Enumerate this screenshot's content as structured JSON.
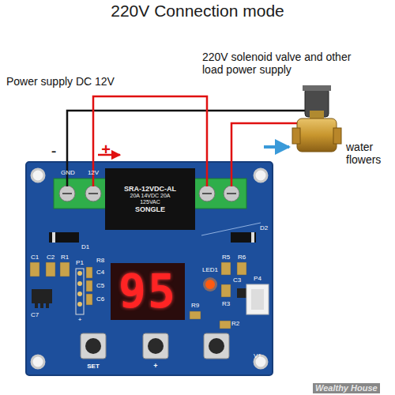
{
  "diagram": {
    "title": "220V Connection mode",
    "nodes": [
      {
        "text": [
          "SRA-12VDC-AL",
          "20A 14VDC 20A 125VAC",
          "SONGLE"
        ]
      },
      {
        "text": [
          "95"
        ]
      }
    ],
    "labels": [
      "Power supply DC 12V",
      "220V solenoid valve and other load power supply",
      "water flowers",
      "-",
      "+",
      "GND",
      "12V",
      "D1",
      "D2",
      "C1",
      "C2",
      "R1",
      "P1",
      "R8",
      "C4",
      "C5",
      "C6",
      "C7",
      "+",
      "LED1",
      "R5",
      "R6",
      "R3",
      "C3",
      "R9",
      "R2",
      "P4",
      "V1",
      "SET",
      "+",
      "Wealthy House"
    ]
  }
}
